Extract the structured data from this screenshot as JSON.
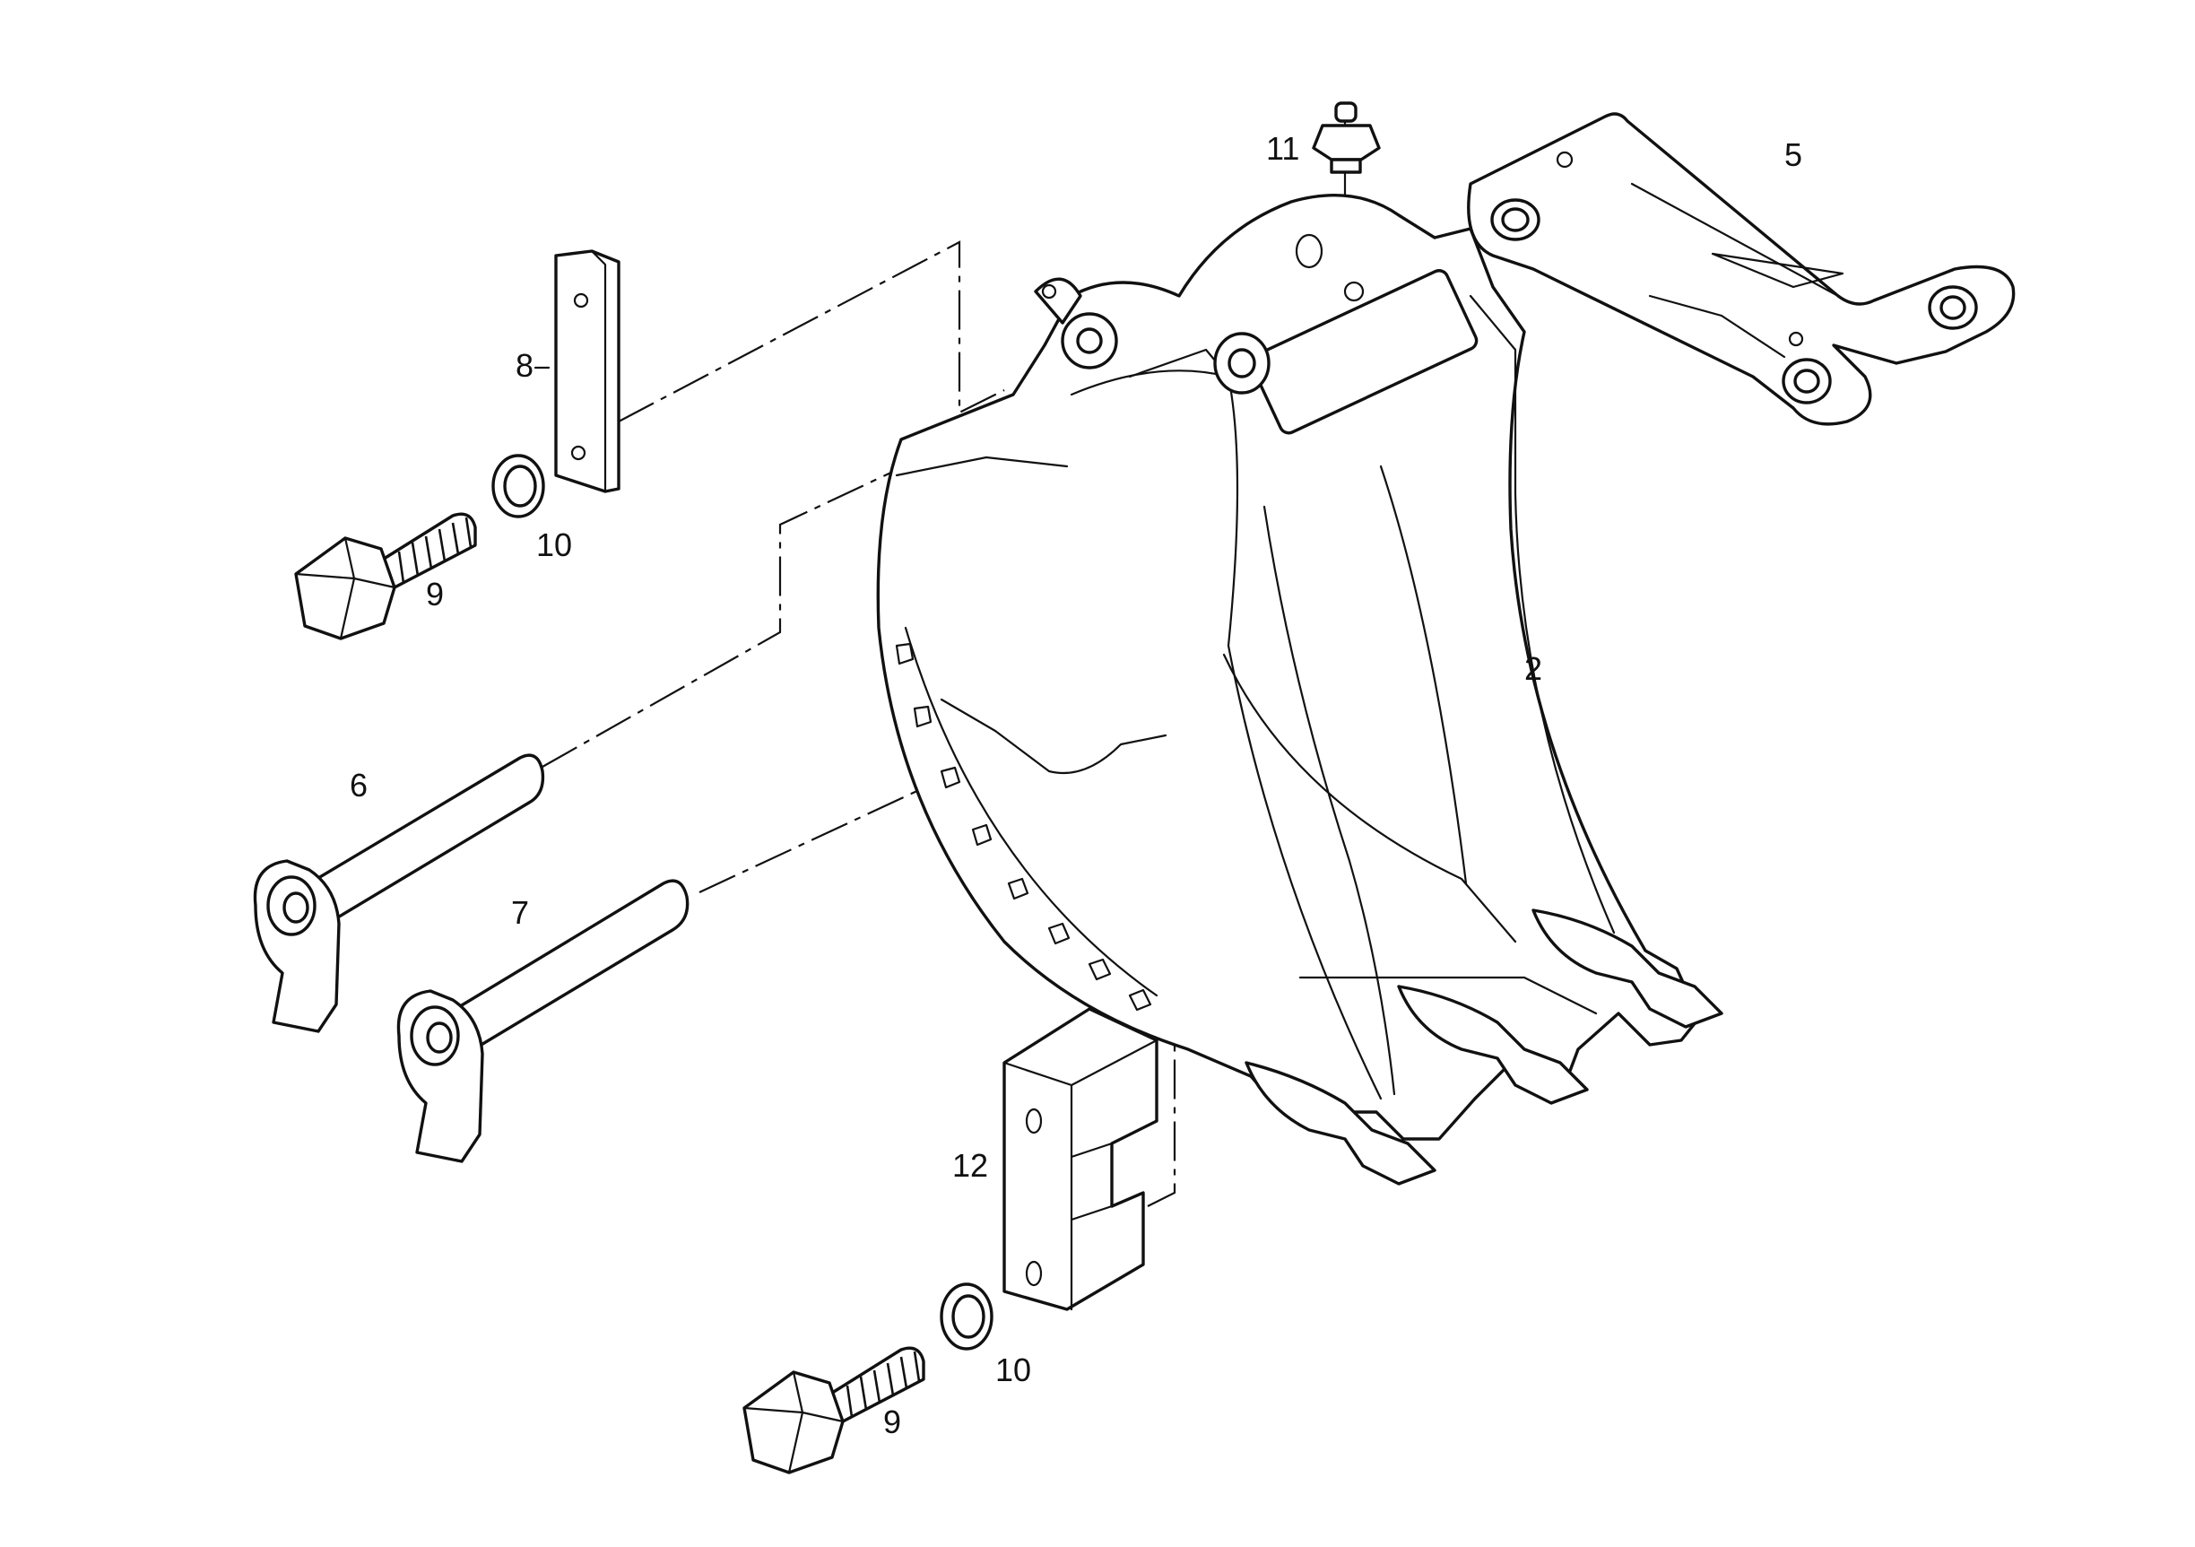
{
  "diagram": {
    "callouts": [
      {
        "id": "c2",
        "text": "2"
      },
      {
        "id": "c5",
        "text": "5"
      },
      {
        "id": "c6",
        "text": "6"
      },
      {
        "id": "c7",
        "text": "7"
      },
      {
        "id": "c8",
        "text": "8"
      },
      {
        "id": "c9a",
        "text": "9"
      },
      {
        "id": "c9b",
        "text": "9"
      },
      {
        "id": "c10a",
        "text": "10"
      },
      {
        "id": "c10b",
        "text": "10"
      },
      {
        "id": "c11",
        "text": "11"
      },
      {
        "id": "c12",
        "text": "12"
      }
    ],
    "colors": {
      "line": "#111111",
      "paper": "#ffffff"
    }
  }
}
